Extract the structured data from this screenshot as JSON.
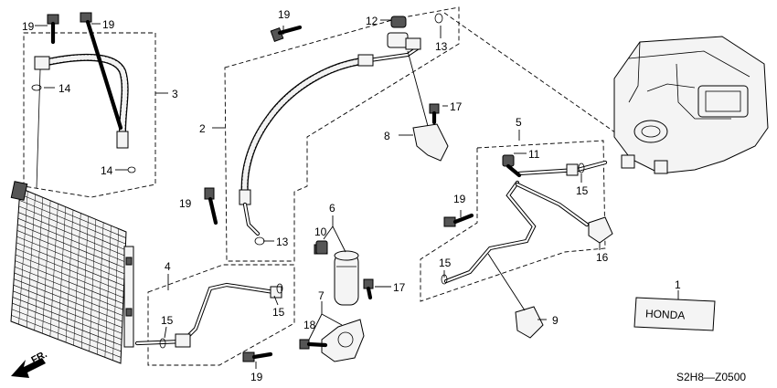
{
  "callouts": {
    "c1": "1",
    "c2": "2",
    "c3": "3",
    "c4": "4",
    "c5": "5",
    "c6": "6",
    "c7": "7",
    "c8": "8",
    "c9": "9",
    "c10": "10",
    "c11": "11",
    "c12": "12",
    "c13a": "13",
    "c13b": "13",
    "c14a": "14",
    "c14b": "14",
    "c15a": "15",
    "c15b": "15",
    "c15c": "15",
    "c15d": "15",
    "c16": "16",
    "c17a": "17",
    "c17b": "17",
    "c18": "18",
    "c19a": "19",
    "c19b": "19",
    "c19c": "19",
    "c19d": "19",
    "c19e": "19",
    "c19f": "19"
  },
  "direction_label": "FR.",
  "diagram_code": "S2H8—Z0500",
  "label_plate_text": "HONDA"
}
